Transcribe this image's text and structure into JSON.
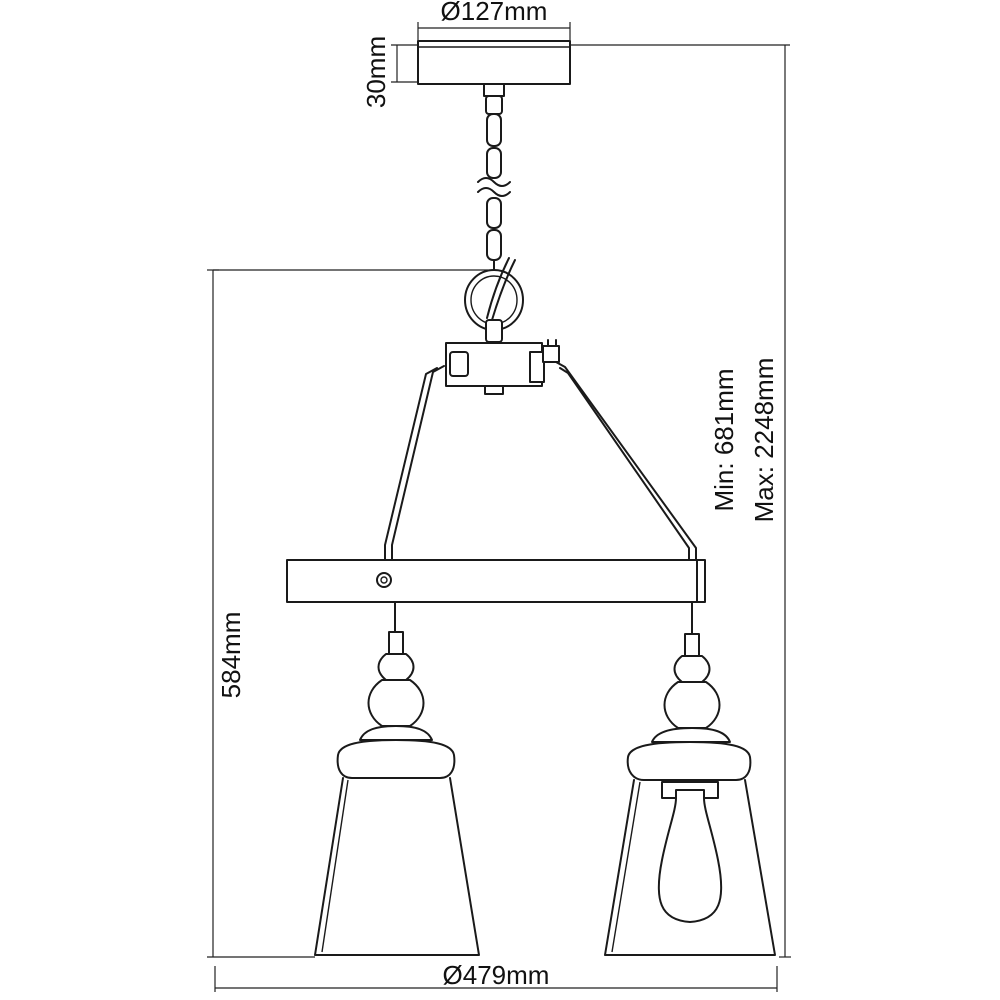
{
  "dimensions": {
    "canopy_diameter": "Ø127mm",
    "canopy_height": "30mm",
    "fixture_height": "584mm",
    "drop_min": "Min: 681mm",
    "drop_max": "Max: 2248mm",
    "overall_diameter": "Ø479mm"
  }
}
